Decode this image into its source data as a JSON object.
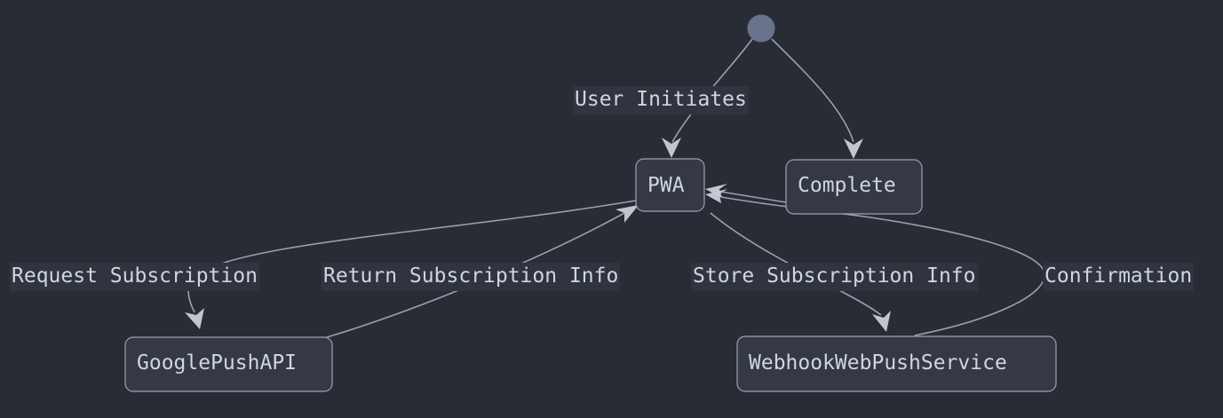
{
  "diagram": {
    "type": "state-flow-diagram",
    "background_color": "#282c35",
    "node_fill_color": "#343945",
    "node_border_color": "#9aa3b4",
    "edge_color": "#a9b1c0",
    "text_color": "#cfd6e0",
    "label_bg_color": "#2f343e",
    "start_node_color": "#69738c",
    "nodes": [
      {
        "id": "start",
        "label": "",
        "shape": "circle"
      },
      {
        "id": "pwa",
        "label": "PWA",
        "shape": "rounded-rect"
      },
      {
        "id": "complete",
        "label": "Complete",
        "shape": "rounded-rect"
      },
      {
        "id": "googlepushapi",
        "label": "GooglePushAPI",
        "shape": "rounded-rect"
      },
      {
        "id": "webhookwebpushservice",
        "label": "WebhookWebPushService",
        "shape": "rounded-rect"
      }
    ],
    "edges": [
      {
        "from": "start",
        "to": "pwa",
        "label": "User Initiates"
      },
      {
        "from": "start",
        "to": "complete",
        "label": ""
      },
      {
        "from": "pwa",
        "to": "googlepushapi",
        "label": "Request Subscription"
      },
      {
        "from": "googlepushapi",
        "to": "pwa",
        "label": "Return Subscription Info"
      },
      {
        "from": "pwa",
        "to": "webhookwebpushservice",
        "label": "Store Subscription Info"
      },
      {
        "from": "webhookwebpushservice",
        "to": "pwa",
        "label": "Confirmation"
      },
      {
        "from": "complete",
        "to": "pwa",
        "label": ""
      }
    ],
    "labels": {
      "user_initiates": "User Initiates",
      "request_subscription": "Request Subscription",
      "return_subscription_info": "Return Subscription Info",
      "store_subscription_info": "Store Subscription Info",
      "confirmation": "Confirmation"
    }
  }
}
